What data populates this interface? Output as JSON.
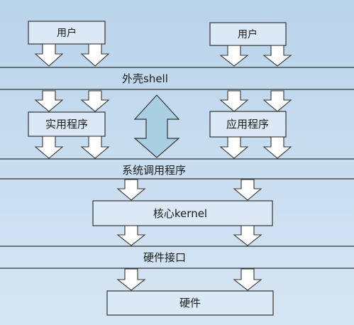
{
  "diagram": {
    "user_left": "用户",
    "user_right": "用户",
    "shell_label": "外壳shell",
    "utilities_label": "实用程序",
    "applications_label": "应用程序",
    "syscall_label": "系统调用程序",
    "kernel_label": "核心kernel",
    "hw_interface_label": "硬件接口",
    "hardware_label": "硬件"
  },
  "colors": {
    "background": "#c7dcef",
    "box_fill": "#dbe8f5",
    "line": "#333333",
    "arrow_fill": "#ffffff",
    "double_arrow_fill": "#a9cfe2"
  }
}
